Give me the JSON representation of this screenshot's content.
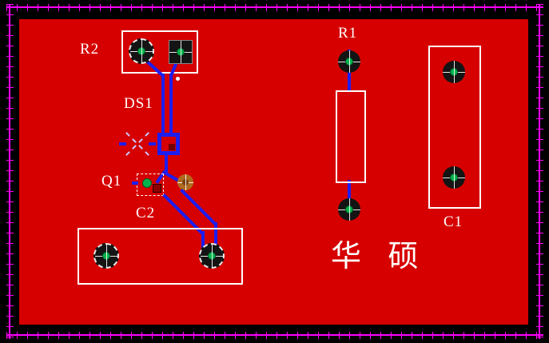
{
  "editor": {
    "view": "pcb-layout-canvas",
    "colors": {
      "background": "#000000",
      "board": "#d60000",
      "keepout_outline": "#ff00ff",
      "track": "#1d1df0",
      "silkscreen": "#ffffff",
      "pad_body": "#141414",
      "pad_center": "#00b44c",
      "via": "#b06a1e"
    },
    "designators": {
      "r2": "R2",
      "ds1": "DS1",
      "q1": "Q1",
      "c2": "C2",
      "r1": "R1",
      "c1": "C1"
    },
    "logo_text": "华  硕"
  }
}
